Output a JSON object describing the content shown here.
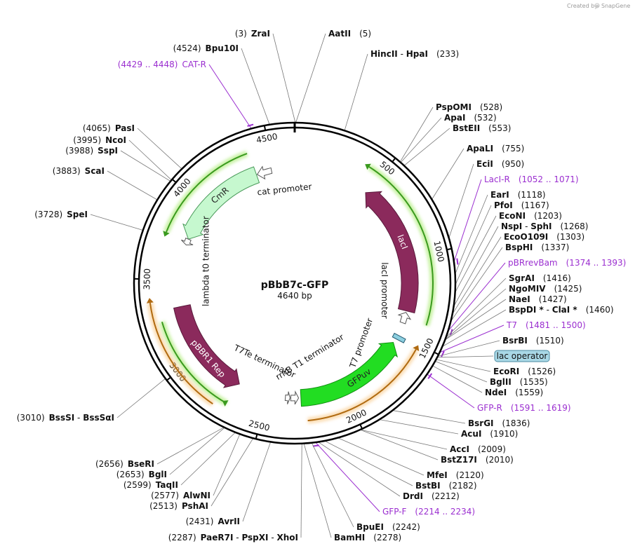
{
  "header": {
    "created_by": "Created by",
    "brand": "SnapGene"
  },
  "map": {
    "name": "pBbB7c-GFP",
    "size_label": "4640 bp",
    "total_bp": 4640,
    "ticks": [
      {
        "bp": 500,
        "label": "500"
      },
      {
        "bp": 1000,
        "label": "1000"
      },
      {
        "bp": 1500,
        "label": "1500"
      },
      {
        "bp": 2000,
        "label": "2000"
      },
      {
        "bp": 2500,
        "label": "2500"
      },
      {
        "bp": 3000,
        "label": "3000"
      },
      {
        "bp": 3500,
        "label": "3500"
      },
      {
        "bp": 4000,
        "label": "4000"
      },
      {
        "bp": 4500,
        "label": "4500"
      }
    ]
  },
  "sites": [
    {
      "type": "enzyme",
      "side": "left",
      "num": "(3)",
      "name": "ZraI",
      "bp": 3
    },
    {
      "type": "enzyme",
      "side": "right",
      "num": "(5)",
      "name": "AatII",
      "bp": 5
    },
    {
      "type": "enzyme",
      "side": "right",
      "name": "HincII",
      "sep": "-",
      "name2": "HpaI",
      "num": "(233)",
      "bp": 233
    },
    {
      "type": "enzyme",
      "side": "right",
      "name": "PspOMI",
      "num": "(528)",
      "bp": 528
    },
    {
      "type": "enzyme",
      "side": "right",
      "name": "ApaI",
      "num": "(532)",
      "bp": 532
    },
    {
      "type": "enzyme",
      "side": "right",
      "name": "BstEII",
      "num": "(553)",
      "bp": 553
    },
    {
      "type": "enzyme",
      "side": "right",
      "name": "ApaLI",
      "num": "(755)",
      "bp": 755
    },
    {
      "type": "enzyme",
      "side": "right",
      "name": "EciI",
      "num": "(950)",
      "bp": 950
    },
    {
      "type": "primer",
      "side": "right",
      "name": "LacI-R",
      "num": "(1052 .. 1071)",
      "bp": 1062
    },
    {
      "type": "enzyme",
      "side": "right",
      "name": "EarI",
      "num": "(1118)",
      "bp": 1118
    },
    {
      "type": "enzyme",
      "side": "right",
      "name": "PfoI",
      "num": "(1167)",
      "bp": 1167
    },
    {
      "type": "enzyme",
      "side": "right",
      "name": "EcoNI",
      "num": "(1203)",
      "bp": 1203
    },
    {
      "type": "enzyme",
      "side": "right",
      "name": "NspI",
      "sep": "-",
      "name2": "SphI",
      "num": "(1268)",
      "bp": 1268
    },
    {
      "type": "enzyme",
      "side": "right",
      "name": "EcoO109I",
      "num": "(1303)",
      "bp": 1303
    },
    {
      "type": "enzyme",
      "side": "right",
      "name": "BspHI",
      "num": "(1337)",
      "bp": 1337
    },
    {
      "type": "primer",
      "side": "right",
      "name": "pBRrevBam",
      "num": "(1374 .. 1393)",
      "bp": 1384
    },
    {
      "type": "enzyme",
      "side": "right",
      "name": "SgrAI",
      "num": "(1416)",
      "bp": 1416
    },
    {
      "type": "enzyme",
      "side": "right",
      "name": "NgoMIV",
      "num": "(1425)",
      "bp": 1425
    },
    {
      "type": "enzyme",
      "side": "right",
      "name": "NaeI",
      "num": "(1427)",
      "bp": 1427
    },
    {
      "type": "enzyme",
      "side": "right",
      "name": "BspDI *",
      "sep": "-",
      "name2": "ClaI *",
      "num": "(1460)",
      "bp": 1460
    },
    {
      "type": "primer",
      "side": "right",
      "name": "T7",
      "num": "(1481 .. 1500)",
      "bp": 1490
    },
    {
      "type": "enzyme",
      "side": "right",
      "name": "BsrBI",
      "num": "(1510)",
      "bp": 1510
    },
    {
      "type": "feature",
      "side": "right",
      "name": "lac operator",
      "bp": 1515
    },
    {
      "type": "enzyme",
      "side": "right",
      "name": "EcoRI",
      "num": "(1526)",
      "bp": 1526
    },
    {
      "type": "enzyme",
      "side": "right",
      "name": "BglII",
      "num": "(1535)",
      "bp": 1535
    },
    {
      "type": "enzyme",
      "side": "right",
      "name": "NdeI",
      "num": "(1559)",
      "bp": 1559
    },
    {
      "type": "primer",
      "side": "right",
      "name": "GFP-R",
      "num": "(1591 .. 1619)",
      "bp": 1605
    },
    {
      "type": "enzyme",
      "side": "right",
      "name": "BsrGI",
      "num": "(1836)",
      "bp": 1836
    },
    {
      "type": "enzyme",
      "side": "right",
      "name": "AcuI",
      "num": "(1910)",
      "bp": 1910
    },
    {
      "type": "enzyme",
      "side": "right",
      "name": "AccI",
      "num": "(2009)",
      "bp": 2009
    },
    {
      "type": "enzyme",
      "side": "right",
      "name": "BstZ17I",
      "num": "(2010)",
      "bp": 2010
    },
    {
      "type": "enzyme",
      "side": "right",
      "name": "MfeI",
      "num": "(2120)",
      "bp": 2120
    },
    {
      "type": "enzyme",
      "side": "right",
      "name": "BstBI",
      "num": "(2182)",
      "bp": 2182
    },
    {
      "type": "enzyme",
      "side": "right",
      "name": "DrdI",
      "num": "(2212)",
      "bp": 2212
    },
    {
      "type": "primer",
      "side": "right",
      "name": "GFP-F",
      "num": "(2214 .. 2234)",
      "bp": 2224
    },
    {
      "type": "enzyme",
      "side": "right",
      "name": "BpuEI",
      "num": "(2242)",
      "bp": 2242
    },
    {
      "type": "enzyme",
      "side": "right",
      "name": "BamHI",
      "num": "(2278)",
      "bp": 2278
    },
    {
      "type": "enzyme",
      "side": "left",
      "num": "(2287)",
      "name": "PaeR7I",
      "sep": "-",
      "name2": "PspXI",
      "sep2": "-",
      "name3": "XhoI",
      "bp": 2287
    },
    {
      "type": "enzyme",
      "side": "left",
      "num": "(2431)",
      "name": "AvrII",
      "bp": 2431
    },
    {
      "type": "enzyme",
      "side": "left",
      "num": "(2513)",
      "name": "PshAI",
      "bp": 2513
    },
    {
      "type": "enzyme",
      "side": "left",
      "num": "(2577)",
      "name": "AlwNI",
      "bp": 2577
    },
    {
      "type": "enzyme",
      "side": "left",
      "num": "(2599)",
      "name": "TaqII",
      "bp": 2599
    },
    {
      "type": "enzyme",
      "side": "left",
      "num": "(2653)",
      "name": "BglI",
      "bp": 2653
    },
    {
      "type": "enzyme",
      "side": "left",
      "num": "(2656)",
      "name": "BseRI",
      "bp": 2656
    },
    {
      "type": "enzyme",
      "side": "left",
      "num": "(3010)",
      "name": "BssSI",
      "sep": "-",
      "name2": "BssSαI",
      "bp": 3010
    },
    {
      "type": "enzyme",
      "side": "left",
      "num": "(3728)",
      "name": "SpeI",
      "bp": 3728
    },
    {
      "type": "enzyme",
      "side": "left",
      "num": "(3883)",
      "name": "ScaI",
      "bp": 3883
    },
    {
      "type": "enzyme",
      "side": "left",
      "num": "(3988)",
      "name": "SspI",
      "bp": 3988
    },
    {
      "type": "enzyme",
      "side": "left",
      "num": "(3995)",
      "name": "NcoI",
      "bp": 3995
    },
    {
      "type": "enzyme",
      "side": "left",
      "num": "(4065)",
      "name": "PasI",
      "bp": 4065
    },
    {
      "type": "primer",
      "side": "left",
      "num": "(4429 .. 4448)",
      "name": "CAT-R",
      "bp": 4438
    },
    {
      "type": "enzyme",
      "side": "left",
      "num": "(4524)",
      "name": "Bpu10I",
      "bp": 4524
    }
  ],
  "features": [
    {
      "name": "lacI",
      "kind": "cds",
      "color": "#8b2a5c",
      "start": 490,
      "end": 1340,
      "dir": -1
    },
    {
      "name": "lacI promoter",
      "kind": "promoter",
      "start": 1340,
      "end": 1420,
      "dir": -1
    },
    {
      "name": "GFPuv",
      "kind": "cds",
      "color": "#22dd22",
      "start": 1560,
      "end": 2280,
      "dir": -1
    },
    {
      "name": "T7 promoter",
      "kind": "promoter",
      "start": 1500,
      "end": 1560,
      "dir": -1
    },
    {
      "name": "lac operator",
      "kind": "operator",
      "start": 1512,
      "end": 1530
    },
    {
      "name": "rrnB T1 terminator",
      "kind": "terminator",
      "start": 2290,
      "end": 2340
    },
    {
      "name": "T7Te terminator",
      "kind": "terminator",
      "start": 2345,
      "end": 2380
    },
    {
      "name": "pBBR1 Rep",
      "kind": "cds",
      "color": "#8b2a5c",
      "start": 2690,
      "end": 3330,
      "dir": -1
    },
    {
      "name": "CmR",
      "kind": "cds",
      "color": "#b8f5c4",
      "start": 3770,
      "end": 4390,
      "dir": -1
    },
    {
      "name": "cat promoter",
      "kind": "promoter",
      "start": 4390,
      "end": 4490,
      "dir": -1
    },
    {
      "name": "lambda t0 terminator",
      "kind": "terminator",
      "start": 3730,
      "end": 3770
    }
  ],
  "chart_data": {
    "type": "plasmid_map",
    "title": "pBbB7c-GFP",
    "subtitle": "4640 bp"
  }
}
